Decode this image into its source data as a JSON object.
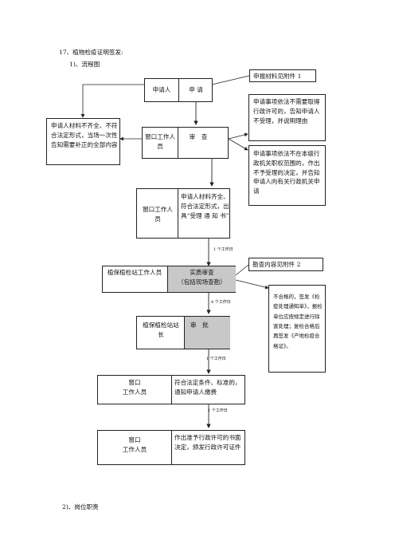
{
  "heading": "17、植物检疫证明签发:",
  "subheading": "1)、流程图",
  "footer": "2)、岗位职责",
  "step1": {
    "left": "申请人",
    "right": "申 请"
  },
  "note_attach1": "申报材料见附件 1",
  "left_note": "申请人材料不齐全、不符合法定形式，当场一次性告知需要补正的全部内容",
  "step2": {
    "left": "窗口工作人员",
    "right": "审　查"
  },
  "right_note1": "申请事项依法不需要取得行政许可的，告知申请人不受理，并说明理由",
  "right_note2": "申请事项依法不在本级行政机关职权范围的，作出不予受理的决定，并告知申请人向有关行政机关申请",
  "step3": {
    "left": "窗口工作人员",
    "right": "申请人材料齐全、符合法定形式，出具“受理 通 知 书”"
  },
  "label_day1": "1 个工作日",
  "step4": {
    "left": "植保植检站工作人员",
    "right": "实质审查\n（包括现场查勘）"
  },
  "note_attach2": "勘查内容见附件 2",
  "reject_note": "不合格的，签发《检疫处理通知单》，报检单位应按规定进行除害处理；复检合格后再签发《产地检疫合格证》。",
  "label_day4": "4 个工作日",
  "step5": {
    "left": "植保植检站站长",
    "right": "审　批"
  },
  "label_day1b": "1 个工作日",
  "step6": {
    "left": "窗口\n工作人员",
    "right": "符合法定条件、标准的，通知申请人缴费"
  },
  "label_day1c": "1 个工作日",
  "step7": {
    "left": "窗口\n工作人员",
    "right": "作出准予行政许可的书面决定，颁发行政许可证件"
  }
}
